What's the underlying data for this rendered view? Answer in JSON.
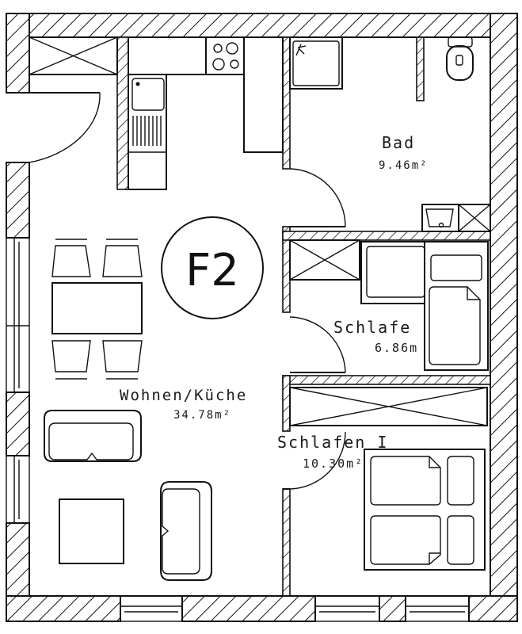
{
  "plan": {
    "unit_badge": "F2",
    "colors": {
      "line": "#111111",
      "background": "#ffffff"
    },
    "rooms": [
      {
        "id": "bad",
        "name": "Bad",
        "area": "9.46m²"
      },
      {
        "id": "schlafen-small",
        "name": "Schlafe",
        "area": "6.86m"
      },
      {
        "id": "wohnen",
        "name": "Wohnen/Küche",
        "area": "34.78m²"
      },
      {
        "id": "schlafen-large",
        "name": "Schlafen I",
        "area": "10.30m²"
      }
    ],
    "fixtures": [
      "wardrobe",
      "stove",
      "sink",
      "kitchen-counter",
      "shower",
      "toilet",
      "washbasin",
      "dining-table",
      "chairs",
      "sofa",
      "armchair-sofa",
      "coffee-table",
      "single-bed",
      "double-bed",
      "nightstands"
    ]
  }
}
